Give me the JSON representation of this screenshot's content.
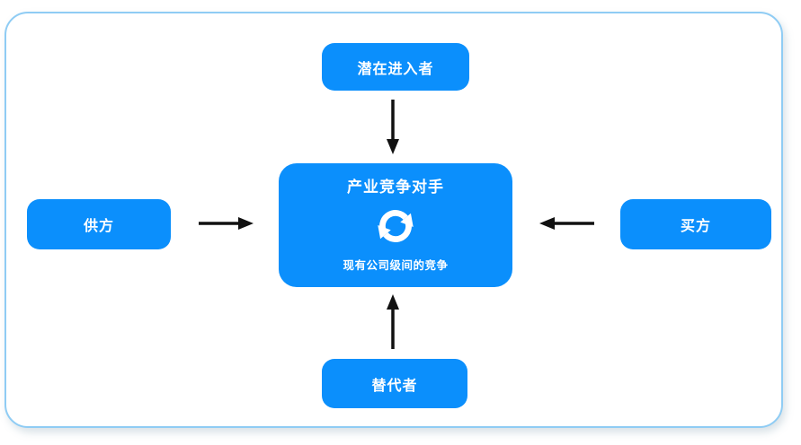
{
  "diagram": {
    "type": "five-forces",
    "colors": {
      "node_fill": "#0b8ffc",
      "node_text": "#ffffff",
      "frame_border": "#8fccf4",
      "arrow": "#111111",
      "background": "#ffffff"
    },
    "nodes": {
      "top": {
        "label": "潜在进入者"
      },
      "left": {
        "label": "供方"
      },
      "right": {
        "label": "买方"
      },
      "bottom": {
        "label": "替代者"
      },
      "center": {
        "title": "产业竞争对手",
        "icon": "sync-cycle-icon",
        "subtitle": "现有公司级间的竞争"
      }
    },
    "arrows": [
      {
        "from": "top",
        "to": "center",
        "direction": "down"
      },
      {
        "from": "left",
        "to": "center",
        "direction": "right"
      },
      {
        "from": "right",
        "to": "center",
        "direction": "left"
      },
      {
        "from": "bottom",
        "to": "center",
        "direction": "up"
      }
    ]
  }
}
